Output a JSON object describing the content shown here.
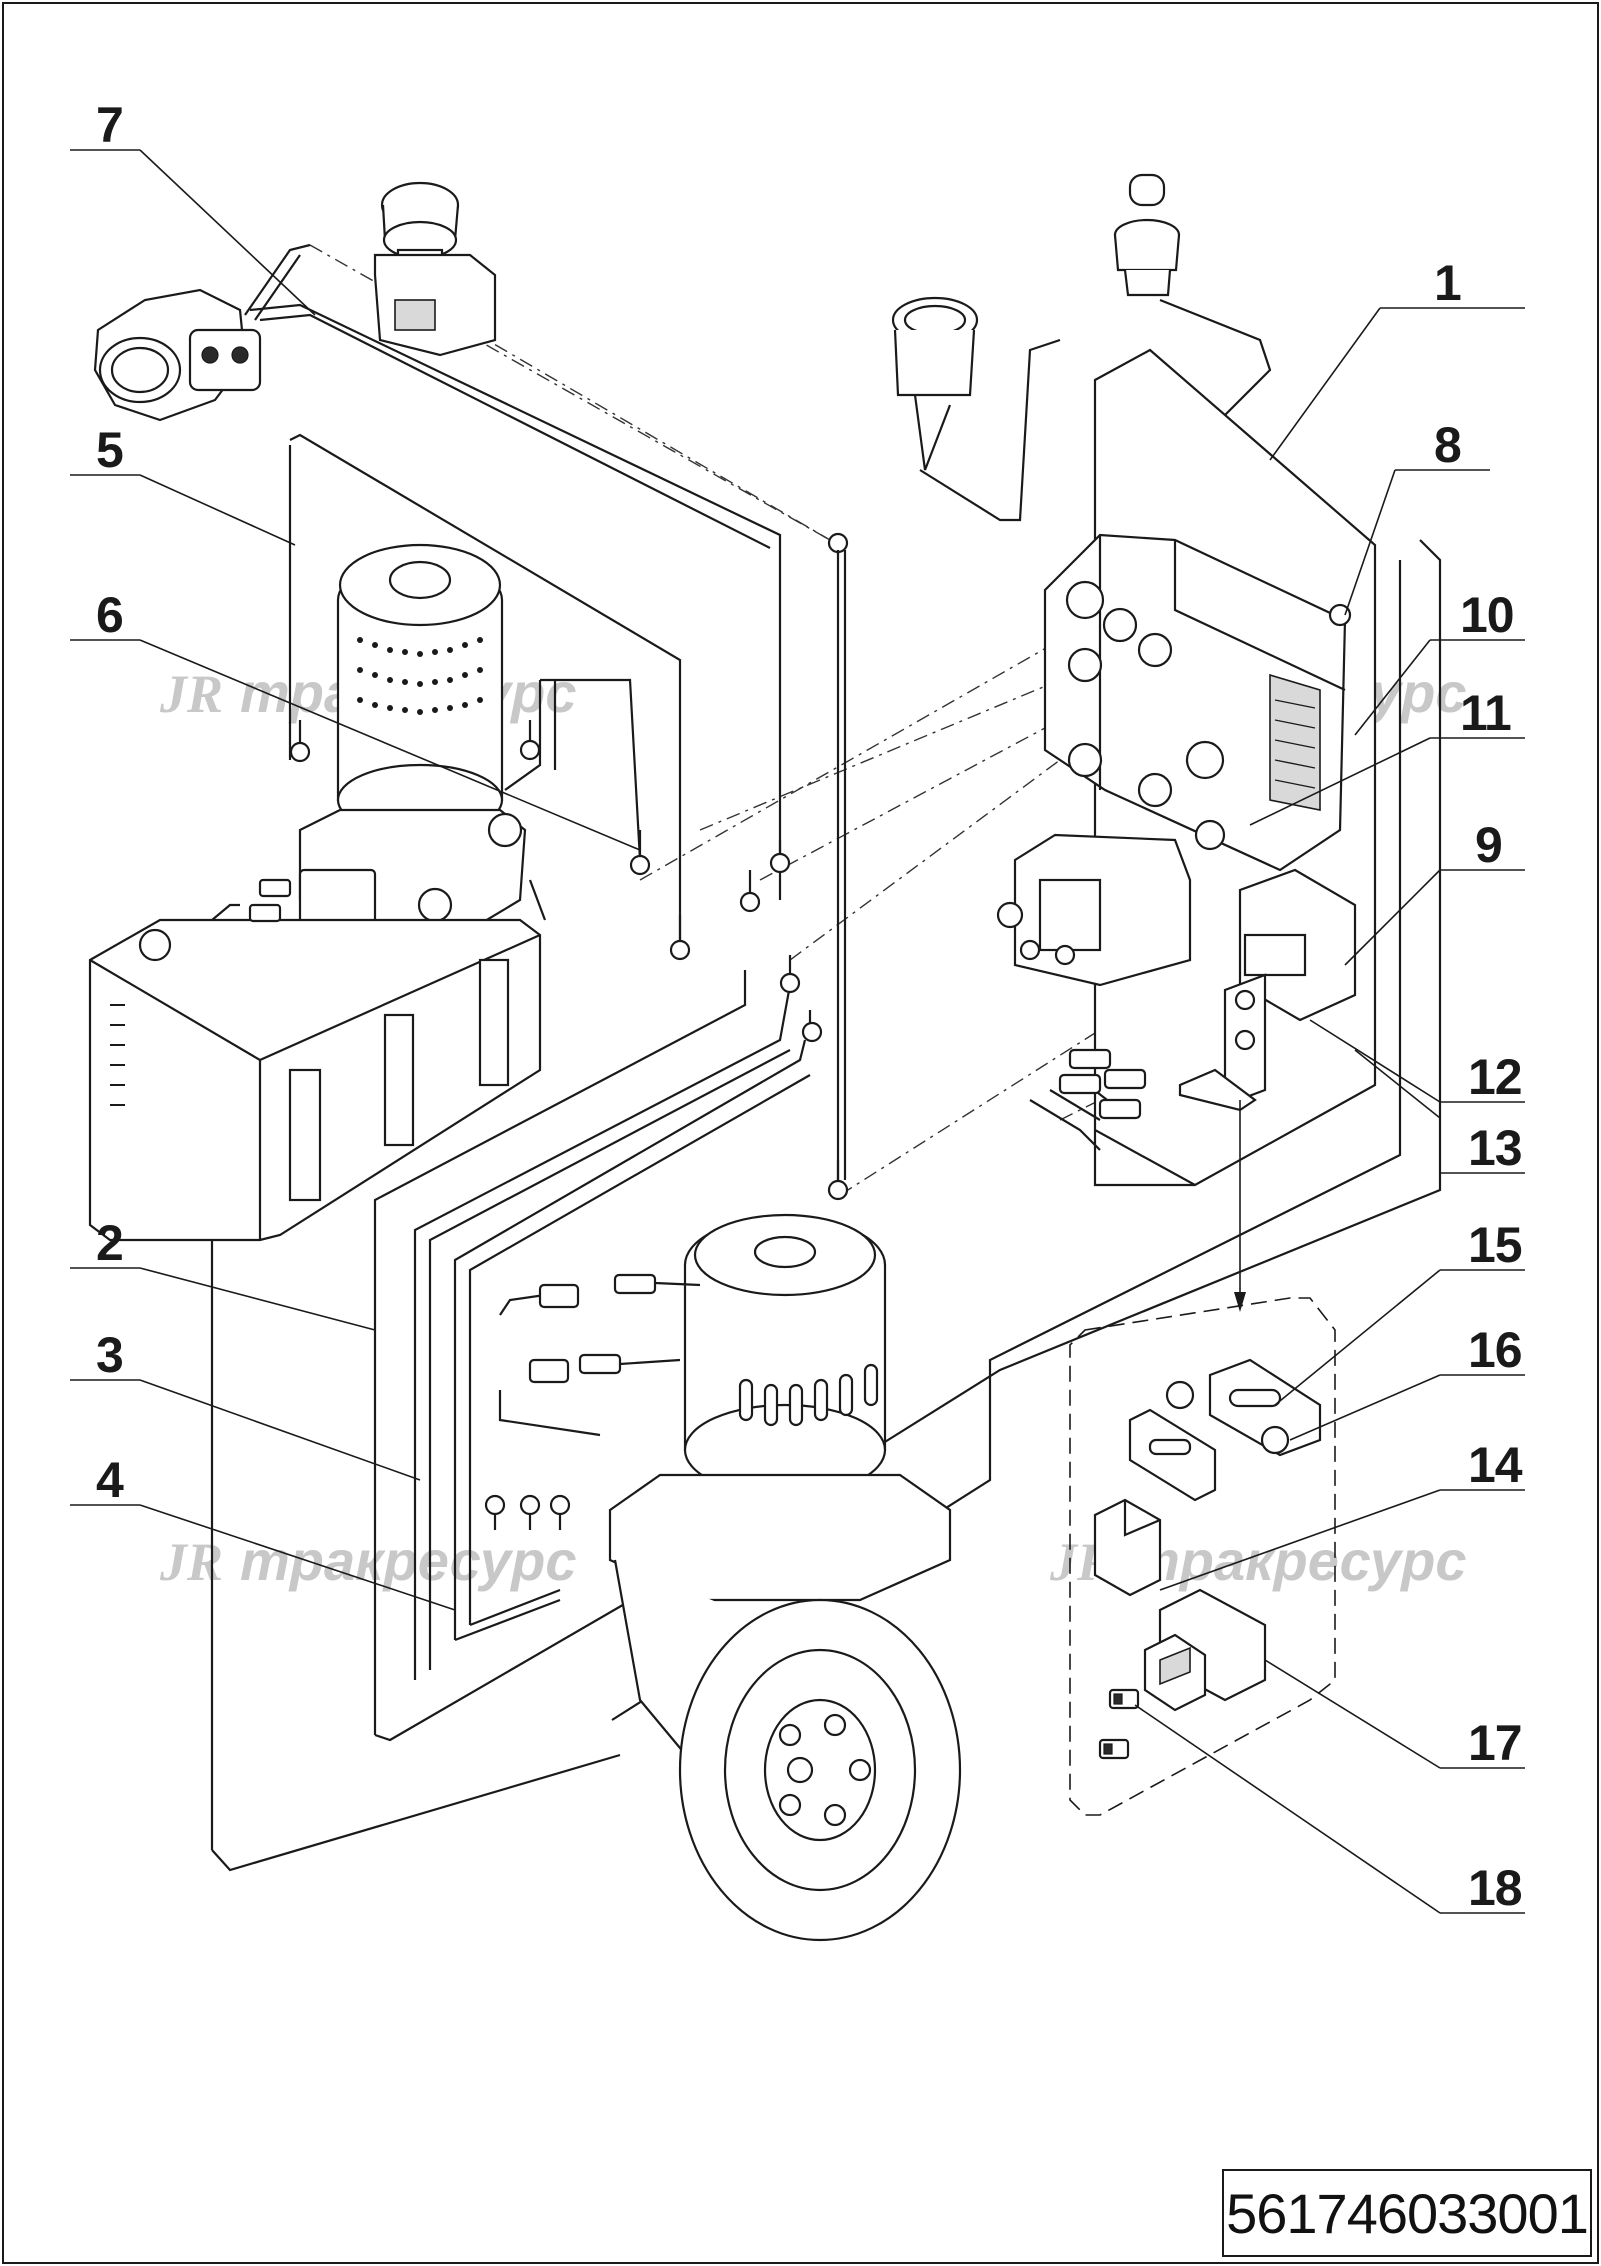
{
  "callouts": [
    {
      "id": "c1",
      "label": "1"
    },
    {
      "id": "c2",
      "label": "2"
    },
    {
      "id": "c3",
      "label": "3"
    },
    {
      "id": "c4",
      "label": "4"
    },
    {
      "id": "c5",
      "label": "5"
    },
    {
      "id": "c6",
      "label": "6"
    },
    {
      "id": "c7",
      "label": "7"
    },
    {
      "id": "c8",
      "label": "8"
    },
    {
      "id": "c9",
      "label": "9"
    },
    {
      "id": "c10",
      "label": "10"
    },
    {
      "id": "c11",
      "label": "11"
    },
    {
      "id": "c12",
      "label": "12"
    },
    {
      "id": "c13",
      "label": "13"
    },
    {
      "id": "c14",
      "label": "14"
    },
    {
      "id": "c15",
      "label": "15"
    },
    {
      "id": "c16",
      "label": "16"
    },
    {
      "id": "c17",
      "label": "17"
    },
    {
      "id": "c18",
      "label": "18"
    }
  ],
  "watermark": {
    "logo": "JR",
    "text": "тракресурс"
  },
  "document_number": "561746033001"
}
